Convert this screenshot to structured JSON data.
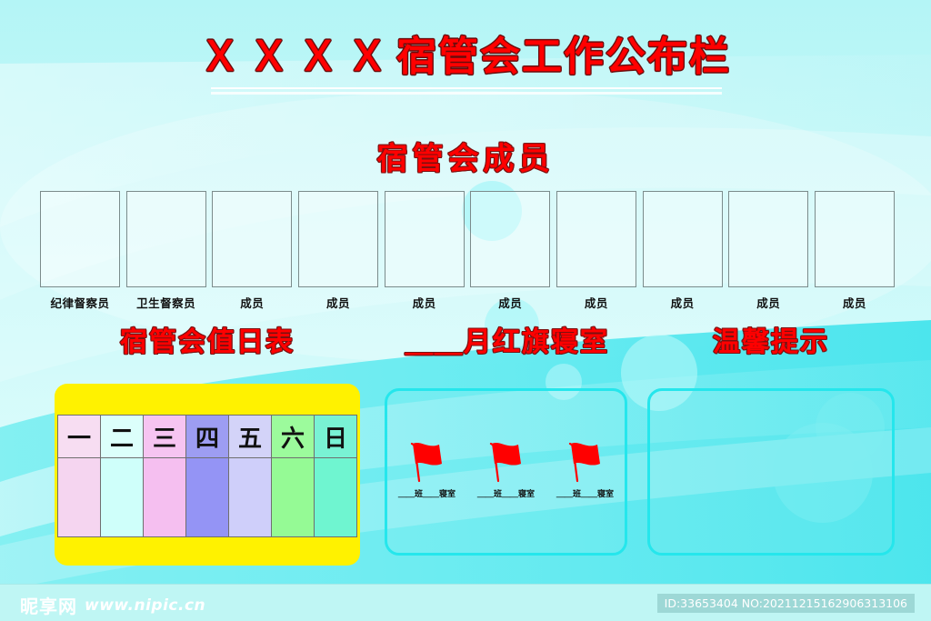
{
  "board": {
    "title_prefix": "ＸＸＸＸ",
    "title_main": "宿管会工作公布栏",
    "members_heading": "宿管会成员",
    "background_color": "#D6FDFC",
    "accent_red": "#FF0000",
    "accent_cyan": "#25E6EC",
    "panel_yellow": "#FFF200"
  },
  "members": {
    "cells": [
      {
        "label": "纪律督察员"
      },
      {
        "label": "卫生督察员"
      },
      {
        "label": "成员"
      },
      {
        "label": "成员"
      },
      {
        "label": "成员"
      },
      {
        "label": "成员"
      },
      {
        "label": "成员"
      },
      {
        "label": "成员"
      },
      {
        "label": "成员"
      },
      {
        "label": "成员"
      }
    ]
  },
  "sections": {
    "duty_heading": "宿管会值日表",
    "flag_heading": "＿＿月红旗寝室",
    "tips_heading": "温馨提示"
  },
  "duty_table": {
    "days": [
      {
        "label": "一",
        "head_color": "#F7DDF2",
        "body_color": "#F5D5F0"
      },
      {
        "label": "二",
        "head_color": "#DCFFFB",
        "body_color": "#CFFFFA"
      },
      {
        "label": "三",
        "head_color": "#F6C4F1",
        "body_color": "#F5BFF0"
      },
      {
        "label": "四",
        "head_color": "#9D9DF2",
        "body_color": "#9494F5"
      },
      {
        "label": "五",
        "head_color": "#D3D3F8",
        "body_color": "#CFCFFA"
      },
      {
        "label": "六",
        "head_color": "#9CFB9C",
        "body_color": "#95FA95"
      },
      {
        "label": "日",
        "head_color": "#79F2D4",
        "body_color": "#6FF5D0"
      }
    ]
  },
  "flags": {
    "items": [
      {
        "label": "＿＿班＿＿寝室",
        "color": "#FF0000"
      },
      {
        "label": "＿＿班＿＿寝室",
        "color": "#FF0000"
      },
      {
        "label": "＿＿班＿＿寝室",
        "color": "#FF0000"
      }
    ]
  },
  "footer": {
    "logo_text": "昵享网",
    "url_text": "www.nipic.cn",
    "id_text": "ID:33653404 NO:20211215162906313106"
  }
}
